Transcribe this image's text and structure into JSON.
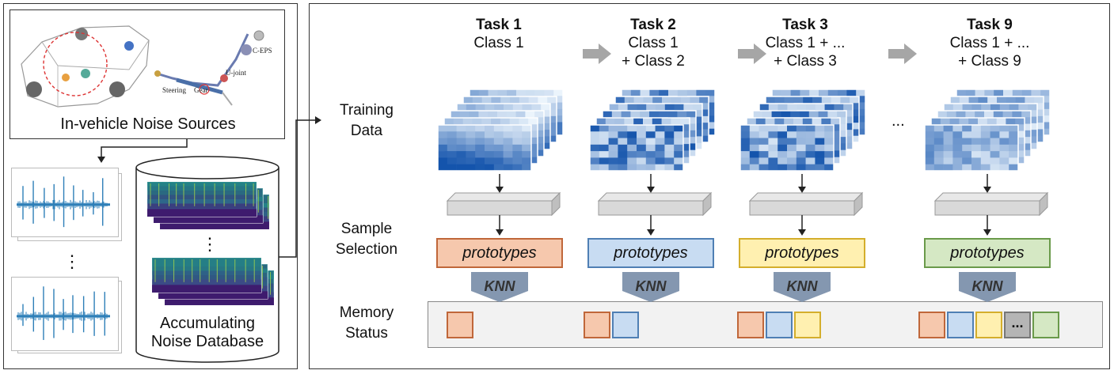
{
  "left": {
    "noise_sources_label": "In-vehicle Noise Sources",
    "car_labels": [
      "C-EPS",
      "U-joint",
      "Steering",
      "Gear"
    ],
    "waveform_dots": "⋮",
    "database_dots": "⋮",
    "database_label_line1": "Accumulating",
    "database_label_line2": "Noise Database"
  },
  "rows": {
    "training_line1": "Training",
    "training_line2": "Data",
    "selection_line1": "Sample",
    "selection_line2": "Selection",
    "memory_line1": "Memory",
    "memory_line2": "Status"
  },
  "tasks": [
    {
      "title": "Task 1",
      "line1": "Class 1",
      "line2": "",
      "prototype_label": "prototypes",
      "knn_label": "KNN",
      "color": "#f6c8ad",
      "border": "#c0673a",
      "heat": "horizontal"
    },
    {
      "title": "Task 2",
      "line1": "Class 1",
      "line2": "+ Class 2",
      "prototype_label": "prototypes",
      "knn_label": "KNN",
      "color": "#c8dcf2",
      "border": "#4f7fb4",
      "heat": "blocky"
    },
    {
      "title": "Task 3",
      "line1": "Class 1 + ...",
      "line2": "+ Class 3",
      "prototype_label": "prototypes",
      "knn_label": "KNN",
      "color": "#fff0b0",
      "border": "#d4ae2c",
      "heat": "blocky"
    },
    {
      "title": "Task 9",
      "line1": "Class 1 + ...",
      "line2": "+ Class 9",
      "prototype_label": "prototypes",
      "knn_label": "KNN",
      "color": "#d5e8c4",
      "border": "#6a9a4a",
      "heat": "light"
    }
  ],
  "ellipsis": "...",
  "memory": {
    "ellipsis_cell_label": "...",
    "colors": {
      "orange": {
        "fill": "#f6c8ad",
        "border": "#c0673a"
      },
      "blue": {
        "fill": "#c8dcf2",
        "border": "#4f7fb4"
      },
      "yellow": {
        "fill": "#fff0b0",
        "border": "#d4ae2c"
      },
      "gray": {
        "fill": "#b5b5b5",
        "border": "#777777"
      },
      "green": {
        "fill": "#d5e8c4",
        "border": "#6a9a4a"
      }
    },
    "groups": [
      [
        "orange"
      ],
      [
        "orange",
        "blue"
      ],
      [
        "orange",
        "blue",
        "yellow"
      ],
      [
        "orange",
        "blue",
        "yellow",
        "gray",
        "green"
      ]
    ]
  }
}
